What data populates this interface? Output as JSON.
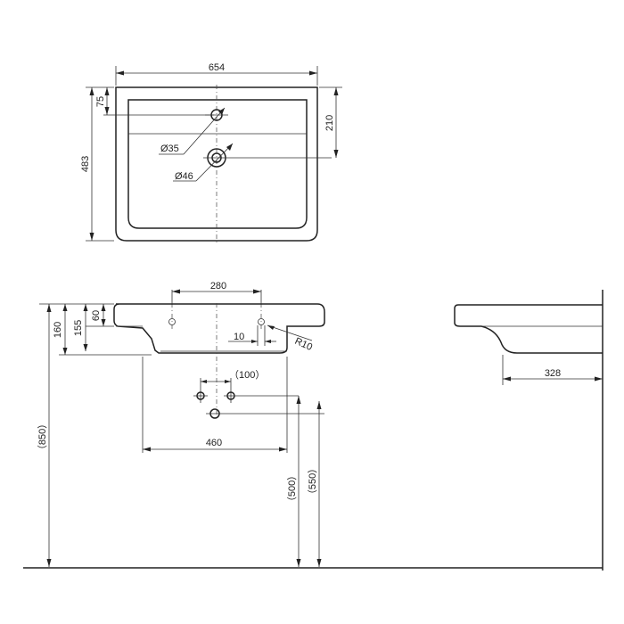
{
  "drawing": {
    "top_view": {
      "width": "654",
      "depth": "483",
      "tap_offset": "75",
      "drain_offset": "210",
      "tap_hole": "Ø35",
      "drain_hole": "Ø46"
    },
    "front_view": {
      "tap_spacing": "280",
      "height_front": "60",
      "height_rim": "155",
      "height_total": "160",
      "wall_gap": "10",
      "radius": "R10",
      "pipe_spacing": "（100）",
      "pedestal_width": "460",
      "install_height": "（850）",
      "supply_height": "（500）",
      "drain_height": "（550）"
    },
    "side_view": {
      "projection": "328"
    }
  }
}
